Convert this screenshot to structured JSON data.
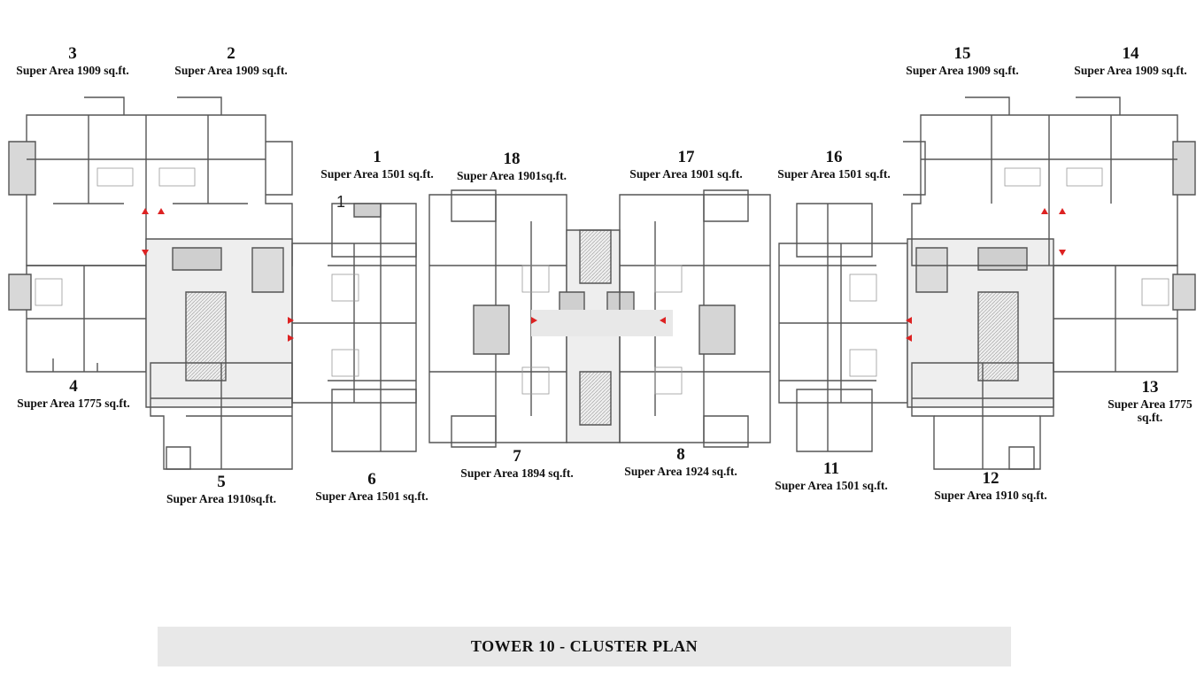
{
  "title": "TOWER 10 - CLUSTER PLAN",
  "stair_mark": "1",
  "units": [
    {
      "id": "u3",
      "number": "3",
      "area": "Super Area 1909 sq.ft."
    },
    {
      "id": "u2",
      "number": "2",
      "area": "Super Area 1909 sq.ft."
    },
    {
      "id": "u1",
      "number": "1",
      "area": "Super Area 1501 sq.ft."
    },
    {
      "id": "u18",
      "number": "18",
      "area": "Super Area 1901sq.ft."
    },
    {
      "id": "u17",
      "number": "17",
      "area": "Super Area 1901 sq.ft."
    },
    {
      "id": "u16",
      "number": "16",
      "area": "Super Area 1501 sq.ft."
    },
    {
      "id": "u15",
      "number": "15",
      "area": "Super Area 1909 sq.ft."
    },
    {
      "id": "u14",
      "number": "14",
      "area": "Super Area 1909 sq.ft."
    },
    {
      "id": "u4",
      "number": "4",
      "area": "Super Area 1775 sq.ft."
    },
    {
      "id": "u13",
      "number": "13",
      "area": "Super Area 1775 sq.ft."
    },
    {
      "id": "u5",
      "number": "5",
      "area": "Super Area 1910sq.ft."
    },
    {
      "id": "u6",
      "number": "6",
      "area": "Super Area 1501 sq.ft."
    },
    {
      "id": "u7",
      "number": "7",
      "area": "Super Area 1894 sq.ft."
    },
    {
      "id": "u8",
      "number": "8",
      "area": "Super Area 1924 sq.ft."
    },
    {
      "id": "u11",
      "number": "11",
      "area": "Super Area 1501 sq.ft."
    },
    {
      "id": "u12",
      "number": "12",
      "area": "Super Area 1910 sq.ft."
    }
  ]
}
